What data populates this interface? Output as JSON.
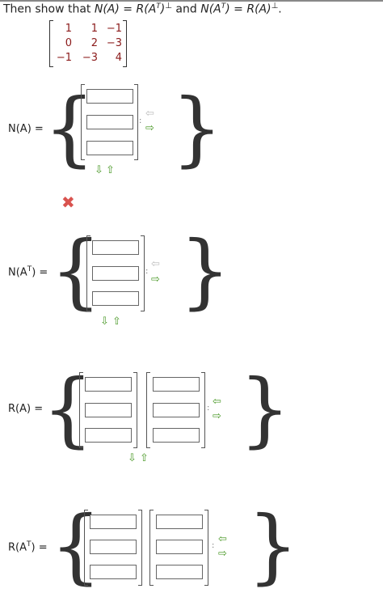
{
  "title": {
    "pre": "Then show that ",
    "na": "N(A)",
    "eq1": " = ",
    "rat": "R(A",
    "t1": "T",
    "close1": ")",
    "perp1": "⊥",
    "and": " and ",
    "nat": "N(A",
    "t2": "T",
    "close2": ")",
    "eq2": " = ",
    "ra": "R(A)",
    "perp2": "⊥",
    "dot": "."
  },
  "matrix": [
    [
      "1",
      "1",
      "−1"
    ],
    [
      "0",
      "2",
      "−3"
    ],
    [
      "−1",
      "−3",
      "4"
    ]
  ],
  "sections": {
    "na_label": "N(A) =",
    "nat_label_pre": "N(A",
    "nat_label_sup": "T",
    "nat_label_post": ") =",
    "ra_label": "R(A) =",
    "rat_label_pre": "R(A",
    "rat_label_sup": "T",
    "rat_label_post": ") ="
  },
  "icons": {
    "left_arrow": "⇦",
    "right_arrow": "⇨",
    "down_arrow": "⇩",
    "up_arrow": "⇧",
    "incorrect": "✖"
  },
  "colors": {
    "matrix_entry": "#8b1a1a",
    "arrow_active": "#4c9a2a",
    "arrow_disabled": "#bdbdbd",
    "incorrect": "#d9534f"
  }
}
